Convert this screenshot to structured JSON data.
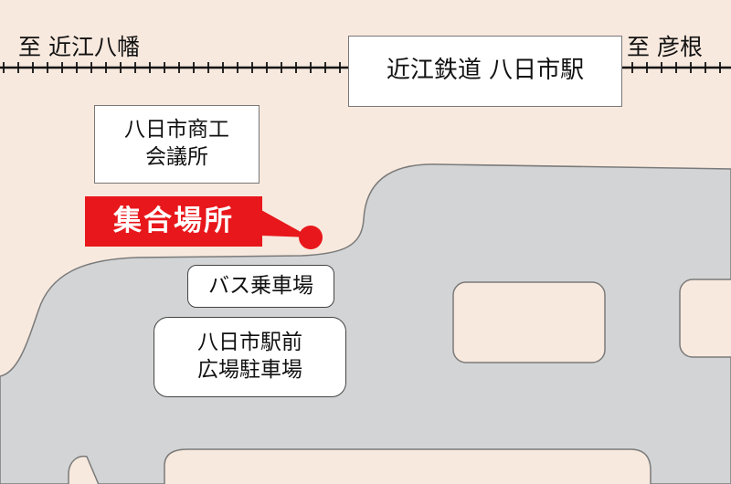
{
  "railway": {
    "west_label": "至 近江八幡",
    "east_label": "至 彦根",
    "station_name": "近江鉄道 八日市駅"
  },
  "landmarks": {
    "chamber_of_commerce": "八日市商工\n会議所",
    "bus_terminal": "バス乗車場",
    "parking": "八日市駅前\n広場駐車場"
  },
  "meeting_point": {
    "label": "集合場所",
    "color": "#e8171b"
  },
  "colors": {
    "background": "#f8e9de",
    "plaza": "#d3d4d5",
    "rail": "#111111"
  }
}
